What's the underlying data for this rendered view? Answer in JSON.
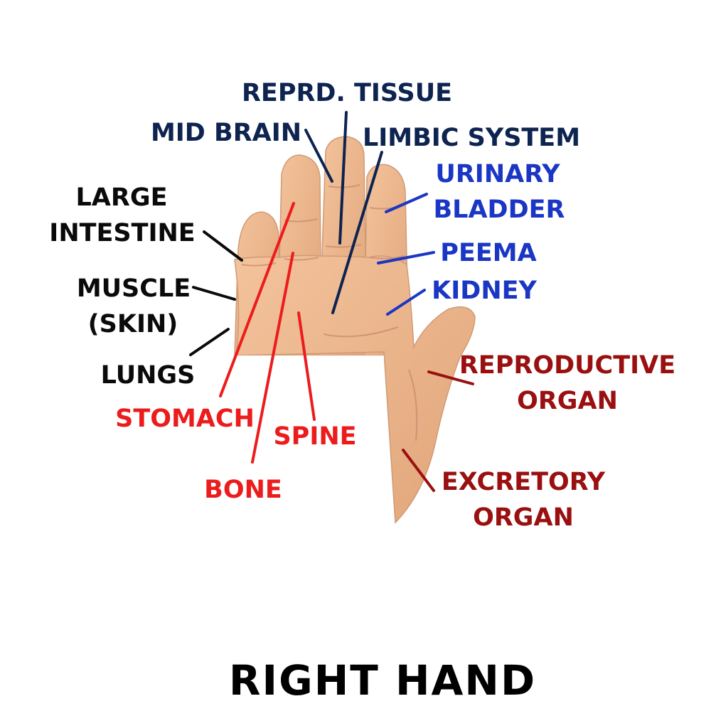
{
  "title": "RIGHT HAND",
  "labels": {
    "reprd_tissue": "REPRD. TISSUE",
    "mid_brain": "MID BRAIN",
    "limbic_system": "LIMBIC SYSTEM",
    "urinary": "URINARY",
    "bladder": "BLADDER",
    "peema": "PEEMA",
    "kidney": "KIDNEY",
    "large": "LARGE",
    "intestine": "INTESTINE",
    "muscle": "MUSCLE",
    "skin": "(SKIN)",
    "lungs": "LUNGS",
    "stomach": "STOMACH",
    "spine": "SPINE",
    "bone": "BONE",
    "reproductive": "REPRODUCTIVE",
    "organ_1": "ORGAN",
    "excretory": "EXCRETORY",
    "organ_2": "ORGAN"
  },
  "colors": {
    "navy": "#0d2350",
    "blue": "#1a36c4",
    "black": "#0a0a0a",
    "red": "#ec1c1c",
    "dark_red": "#9a1010",
    "skin": "#ebb389",
    "skin_shadow": "#d89a6f",
    "crease": "#c98a6e"
  }
}
